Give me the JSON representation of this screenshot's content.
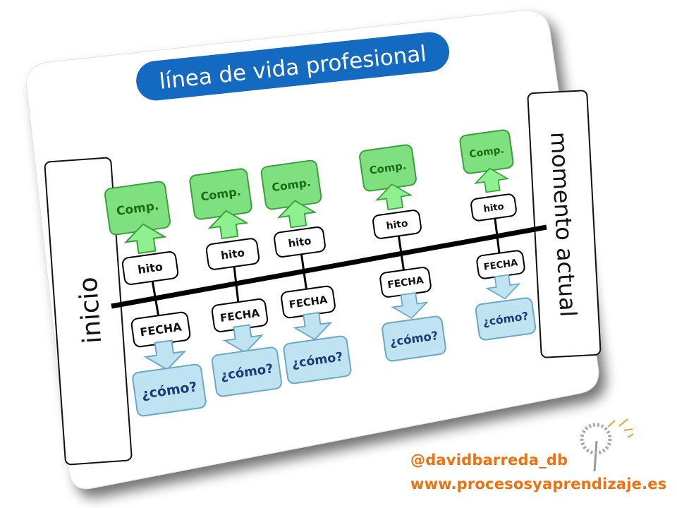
{
  "title": "línea de vida profesional",
  "start_label": "inicio",
  "end_label": "momento actual",
  "milestones": [
    {
      "comp": "Comp.",
      "hito": "hito",
      "fecha": "FECHA",
      "como": "¿cómo?"
    },
    {
      "comp": "Comp.",
      "hito": "hito",
      "fecha": "FECHA",
      "como": "¿cómo?"
    },
    {
      "comp": "Comp.",
      "hito": "hito",
      "fecha": "FECHA",
      "como": "¿cómo?"
    },
    {
      "comp": "Comp.",
      "hito": "hito",
      "fecha": "FECHA",
      "como": "¿cómo?"
    },
    {
      "comp": "Comp.",
      "hito": "hito",
      "fecha": "FECHA",
      "como": "¿cómo?"
    }
  ],
  "credits": {
    "handle": "@davidbarreda_db",
    "website": "www.procesosyaprendizaje.es"
  },
  "colors": {
    "title_bg": "#1469c0",
    "comp_fill": "#7fe07f",
    "comp_text": "#1a6b1a",
    "como_fill": "#bfe3f0",
    "como_text": "#1d3a7a",
    "credit": "#f07010"
  }
}
